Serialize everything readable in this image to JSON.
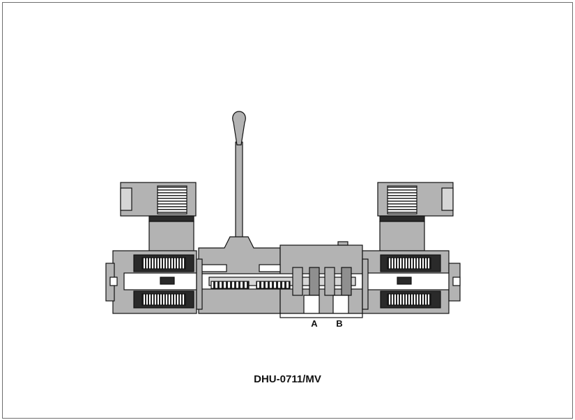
{
  "caption": "DHU-0711/MV",
  "ports": {
    "a": "A",
    "b": "B"
  },
  "colors": {
    "body": "#b3b3b3",
    "body_dark": "#8f8f8f",
    "line": "#111111",
    "coil": "#2a2a2a"
  }
}
